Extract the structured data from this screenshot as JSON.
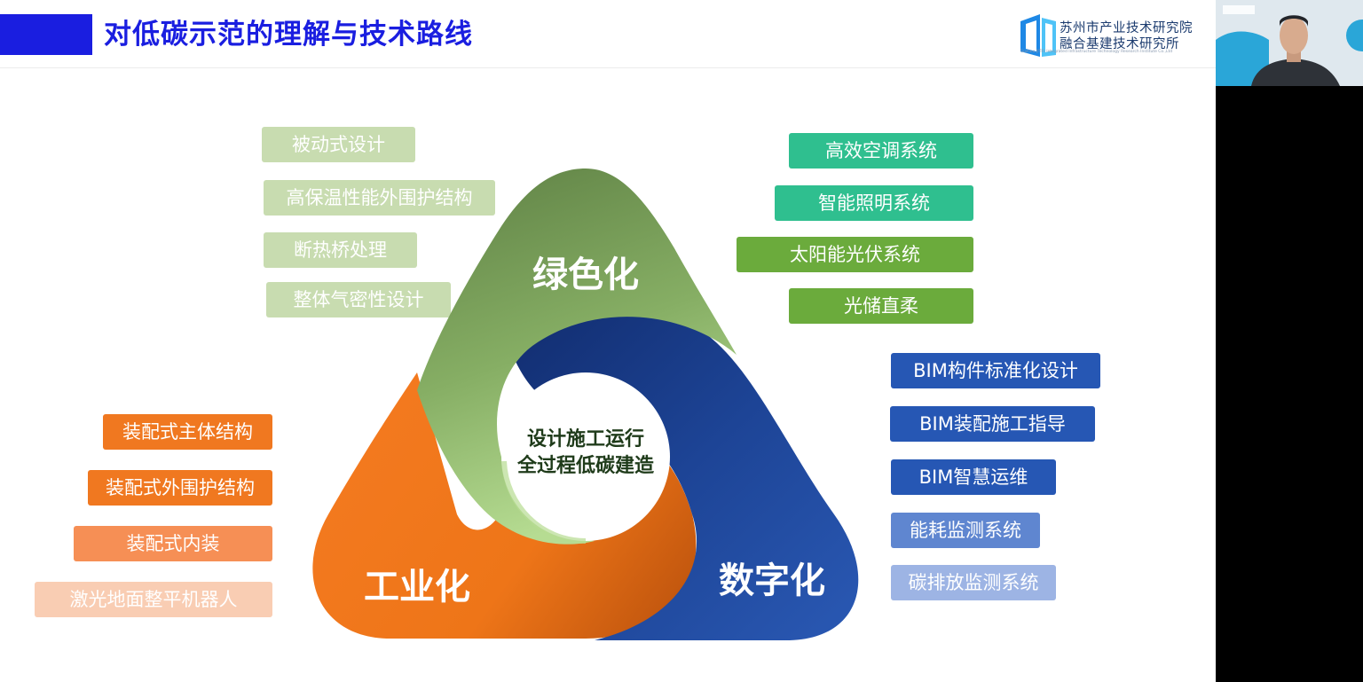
{
  "slide": {
    "title": "对低碳示范的理解与技术路线"
  },
  "logo": {
    "line1": "苏州市产业技术研究院",
    "line2": "融合基建技术研究所",
    "en": "Suzhou JITRI Integrated Infrastructure Technology Research Institute Co.,Ltd"
  },
  "diagram": {
    "green_label": "绿色化",
    "industrial_label": "工业化",
    "digital_label": "数字化",
    "center_line1": "设计施工运行",
    "center_line2": "全过程低碳建造"
  },
  "green_passive": [
    "被动式设计",
    "高保温性能外围护结构",
    "断热桥处理",
    "整体气密性设计"
  ],
  "green_active": [
    "高效空调系统",
    "智能照明系统",
    "太阳能光伏系统",
    "光储直柔"
  ],
  "digital": [
    "BIM构件标准化设计",
    "BIM装配施工指导",
    "BIM智慧运维",
    "能耗监测系统",
    "碳排放监测系统"
  ],
  "industrial": [
    "装配式主体结构",
    "装配式外围护结构",
    "装配式内装",
    "激光地面整平机器人"
  ],
  "colors": {
    "title_blue": "#1a1ee0",
    "green": "#6e9a50",
    "orange": "#f07820",
    "navy": "#1c3f93"
  }
}
